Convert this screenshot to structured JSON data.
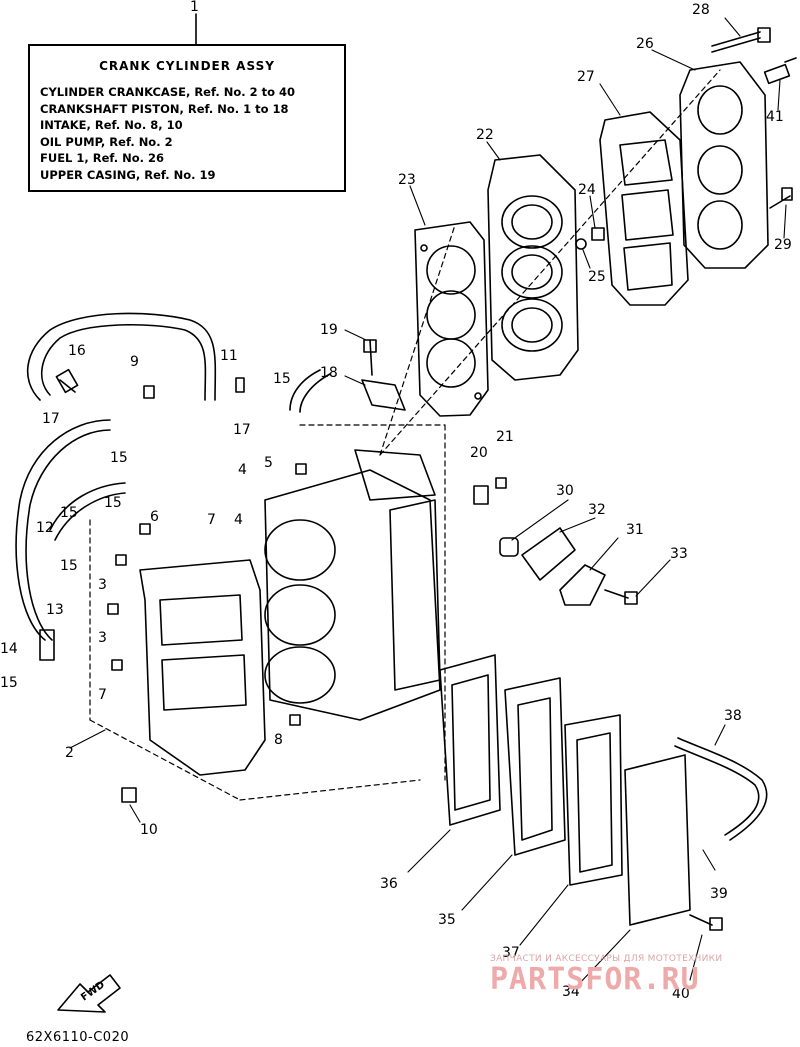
{
  "legend": {
    "title": "CRANK CYLINDER ASSY",
    "lines": [
      "CYLINDER CRANKCASE,  Ref. No. 2 to 40",
      "CRANKSHAFT PISTON,  Ref. No. 1 to 18",
      "INTAKE,  Ref. No. 8, 10",
      "OIL PUMP,  Ref. No. 2",
      "FUEL 1,  Ref. No. 26",
      "UPPER CASING,  Ref. No. 19"
    ]
  },
  "callouts": {
    "n1": "1",
    "n2": "2",
    "n3a": "3",
    "n3b": "3",
    "n4a": "4",
    "n4b": "4",
    "n5": "5",
    "n6": "6",
    "n7a": "7",
    "n7b": "7",
    "n8": "8",
    "n9": "9",
    "n10": "10",
    "n11": "11",
    "n12": "12",
    "n13": "13",
    "n14": "14",
    "n15a": "15",
    "n15b": "15",
    "n15c": "15",
    "n15d": "15",
    "n15e": "15",
    "n15f": "15",
    "n16": "16",
    "n17a": "17",
    "n17b": "17",
    "n18": "18",
    "n19": "19",
    "n20": "20",
    "n21": "21",
    "n22": "22",
    "n23": "23",
    "n24": "24",
    "n25": "25",
    "n26": "26",
    "n27": "27",
    "n28": "28",
    "n29": "29",
    "n30": "30",
    "n31": "31",
    "n32": "32",
    "n33": "33",
    "n34": "34",
    "n35": "35",
    "n36": "36",
    "n37": "37",
    "n38": "38",
    "n39": "39",
    "n40": "40",
    "n41": "41"
  },
  "fwd_label": "FWD",
  "drawing_code": "62X6110-C020",
  "watermark": {
    "subtitle": "ЗАПЧАСТИ И АКСЕССУАРЫ ДЛЯ МОТОТЕХНИКИ",
    "brand": "PARTSFOR.RU"
  }
}
